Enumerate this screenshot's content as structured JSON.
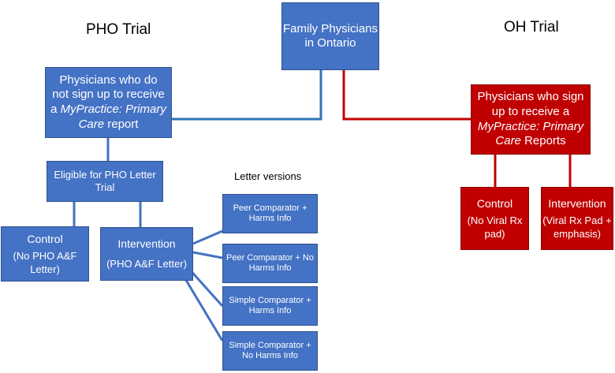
{
  "headings": {
    "pho_trial": "PHO Trial",
    "oh_trial": "OH Trial",
    "letter_versions": "Letter versions"
  },
  "boxes": {
    "family_physicians": {
      "lines": [
        "Family Physicians",
        "in Ontario"
      ]
    },
    "no_signup": {
      "line1": "Physicians who do",
      "line2": "not sign up to receive",
      "line3_pre": "a ",
      "line3_italic": "MyPractice: Primary",
      "line4_italic": "Care",
      "line4_post": " report"
    },
    "signup": {
      "line1": "Physicians who sign",
      "line2": "up to receive a",
      "line3_italic": "MyPractice: Primary",
      "line4_italic": "Care",
      "line4_post": " Reports"
    },
    "eligible": {
      "lines": [
        "Eligible for PHO Letter",
        "Trial"
      ]
    },
    "pho_control": {
      "title": "Control",
      "lines": [
        "(No PHO A&F",
        "Letter)"
      ]
    },
    "pho_intervention": {
      "title": "Intervention",
      "sub": "(PHO A&F Letter)"
    },
    "oh_control": {
      "title": "Control",
      "lines": [
        "(No Viral Rx",
        "pad)"
      ]
    },
    "oh_intervention": {
      "title": "Intervention",
      "lines": [
        "(Viral Rx Pad +",
        "emphasis)"
      ]
    },
    "letter_1": {
      "lines": [
        "Peer Comparator +",
        "Harms Info"
      ]
    },
    "letter_2": {
      "lines": [
        "Peer Comparator + No",
        "Harms Info"
      ]
    },
    "letter_3": {
      "lines": [
        "Simple Comparator +",
        "Harms Info"
      ]
    },
    "letter_4": {
      "lines": [
        "Simple Comparator +",
        "No Harms Info"
      ]
    }
  },
  "colors": {
    "blue_box": "#4472c4",
    "red_box": "#c00000",
    "blue_line": "#2e75b6",
    "red_line": "#c00000",
    "connector": "#4472c4"
  }
}
